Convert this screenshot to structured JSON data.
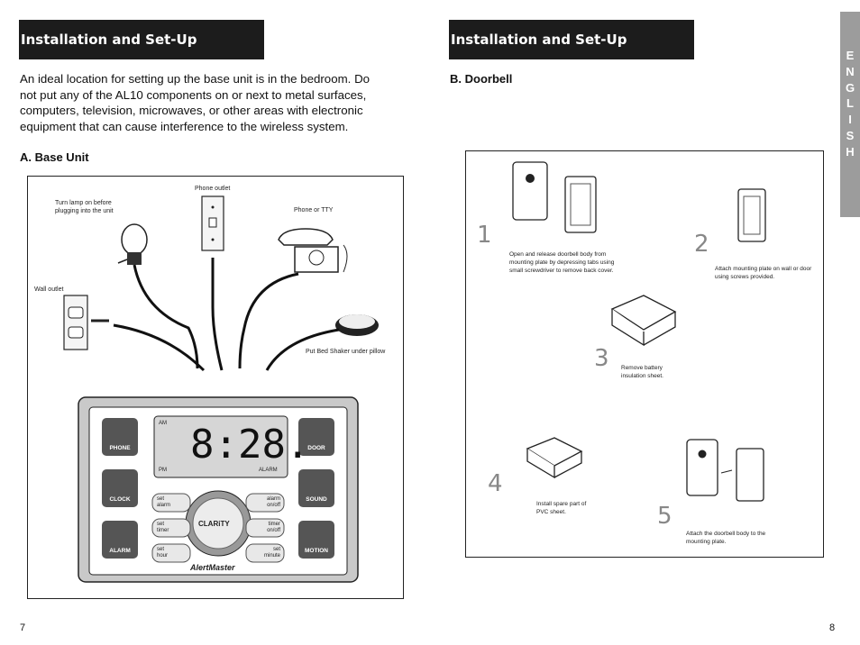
{
  "left_page": {
    "header": "Installation and Set-Up",
    "intro": "An ideal location for setting up the base unit is in the bedroom. Do not put any of the AL10 components on or next to metal surfaces, computers, television, microwaves, or other areas with electronic equipment that can cause interference to the wireless system.",
    "section_title": "A. Base Unit",
    "labels": {
      "lamp": "Turn lamp on before plugging into the unit",
      "phone_outlet": "Phone outlet",
      "phone_tty": "Phone or TTY",
      "wall_outlet": "Wall outlet",
      "bed_shaker": "Put Bed Shaker under pillow"
    },
    "device": {
      "clock_display": "8:28.",
      "am": "AM",
      "pm": "PM",
      "alarm_indicator": "ALARM",
      "buttons": {
        "phone": "PHONE",
        "clock": "CLOCK",
        "alarm": "ALARM",
        "door": "DOOR",
        "sound": "SOUND",
        "motion": "MOTION"
      },
      "keys": {
        "set_alarm_1": "set",
        "set_alarm_2": "alarm",
        "set_timer_1": "set",
        "set_timer_2": "timer",
        "set_hour_1": "set",
        "set_hour_2": "hour",
        "alarm_onoff_1": "alarm",
        "alarm_onoff_2": "on/off",
        "timer_onoff_1": "timer",
        "timer_onoff_2": "on/off",
        "set_minute_1": "set",
        "set_minute_2": "minute"
      },
      "brand": "CLARiTY",
      "model": "AlertMaster"
    },
    "page_number": "7"
  },
  "right_page": {
    "header": "Installation and Set-Up",
    "section_title": "B. Doorbell",
    "steps": [
      {
        "number": "1",
        "text": "Open and release doorbell body from mounting plate by depressing tabs using small screwdriver to remove back cover."
      },
      {
        "number": "2",
        "text": "Attach mounting plate on wall or door using screws provided."
      },
      {
        "number": "3",
        "text": "Remove battery insulation sheet."
      },
      {
        "number": "4",
        "text": "Install spare part of PVC sheet."
      },
      {
        "number": "5",
        "text": "Attach the doorbell body to the mounting plate."
      }
    ],
    "page_number": "8"
  },
  "side_tab": [
    "E",
    "N",
    "G",
    "L",
    "I",
    "S",
    "H"
  ]
}
